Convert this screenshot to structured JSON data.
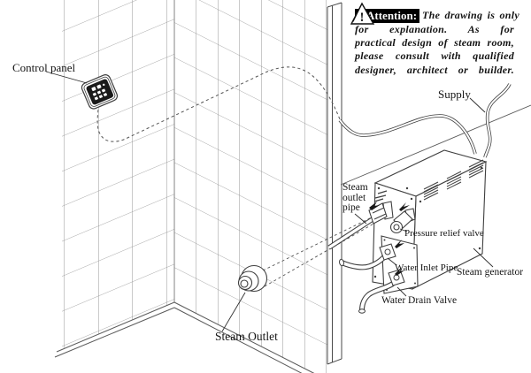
{
  "attention": {
    "label": "Attention:",
    "lines": [
      "The drawing is only",
      "for explanation. As for",
      "practical design of steam room,",
      "please consult with qualified",
      "designer, architect or builder."
    ],
    "warning_icon_glyph": "!"
  },
  "labels": {
    "control_panel": "Control panel",
    "supply": "Supply",
    "steam_outlet_pipe": [
      "Steam",
      "outlet",
      "pipe"
    ],
    "pressure_relief_valve": "Pressure relief valve",
    "water_inlet_pipe": "Water Inlet Pipe",
    "steam_generator": "Steam generator",
    "water_drain_valve": "Water Drain Valve",
    "steam_outlet": "Steam Outlet"
  },
  "colors": {
    "line": "#3f3f3f",
    "tile_grid": "#888888",
    "label_text": "#141414",
    "attention_bg": "#000000",
    "attention_fg": "#ffffff",
    "background": "#ffffff"
  }
}
